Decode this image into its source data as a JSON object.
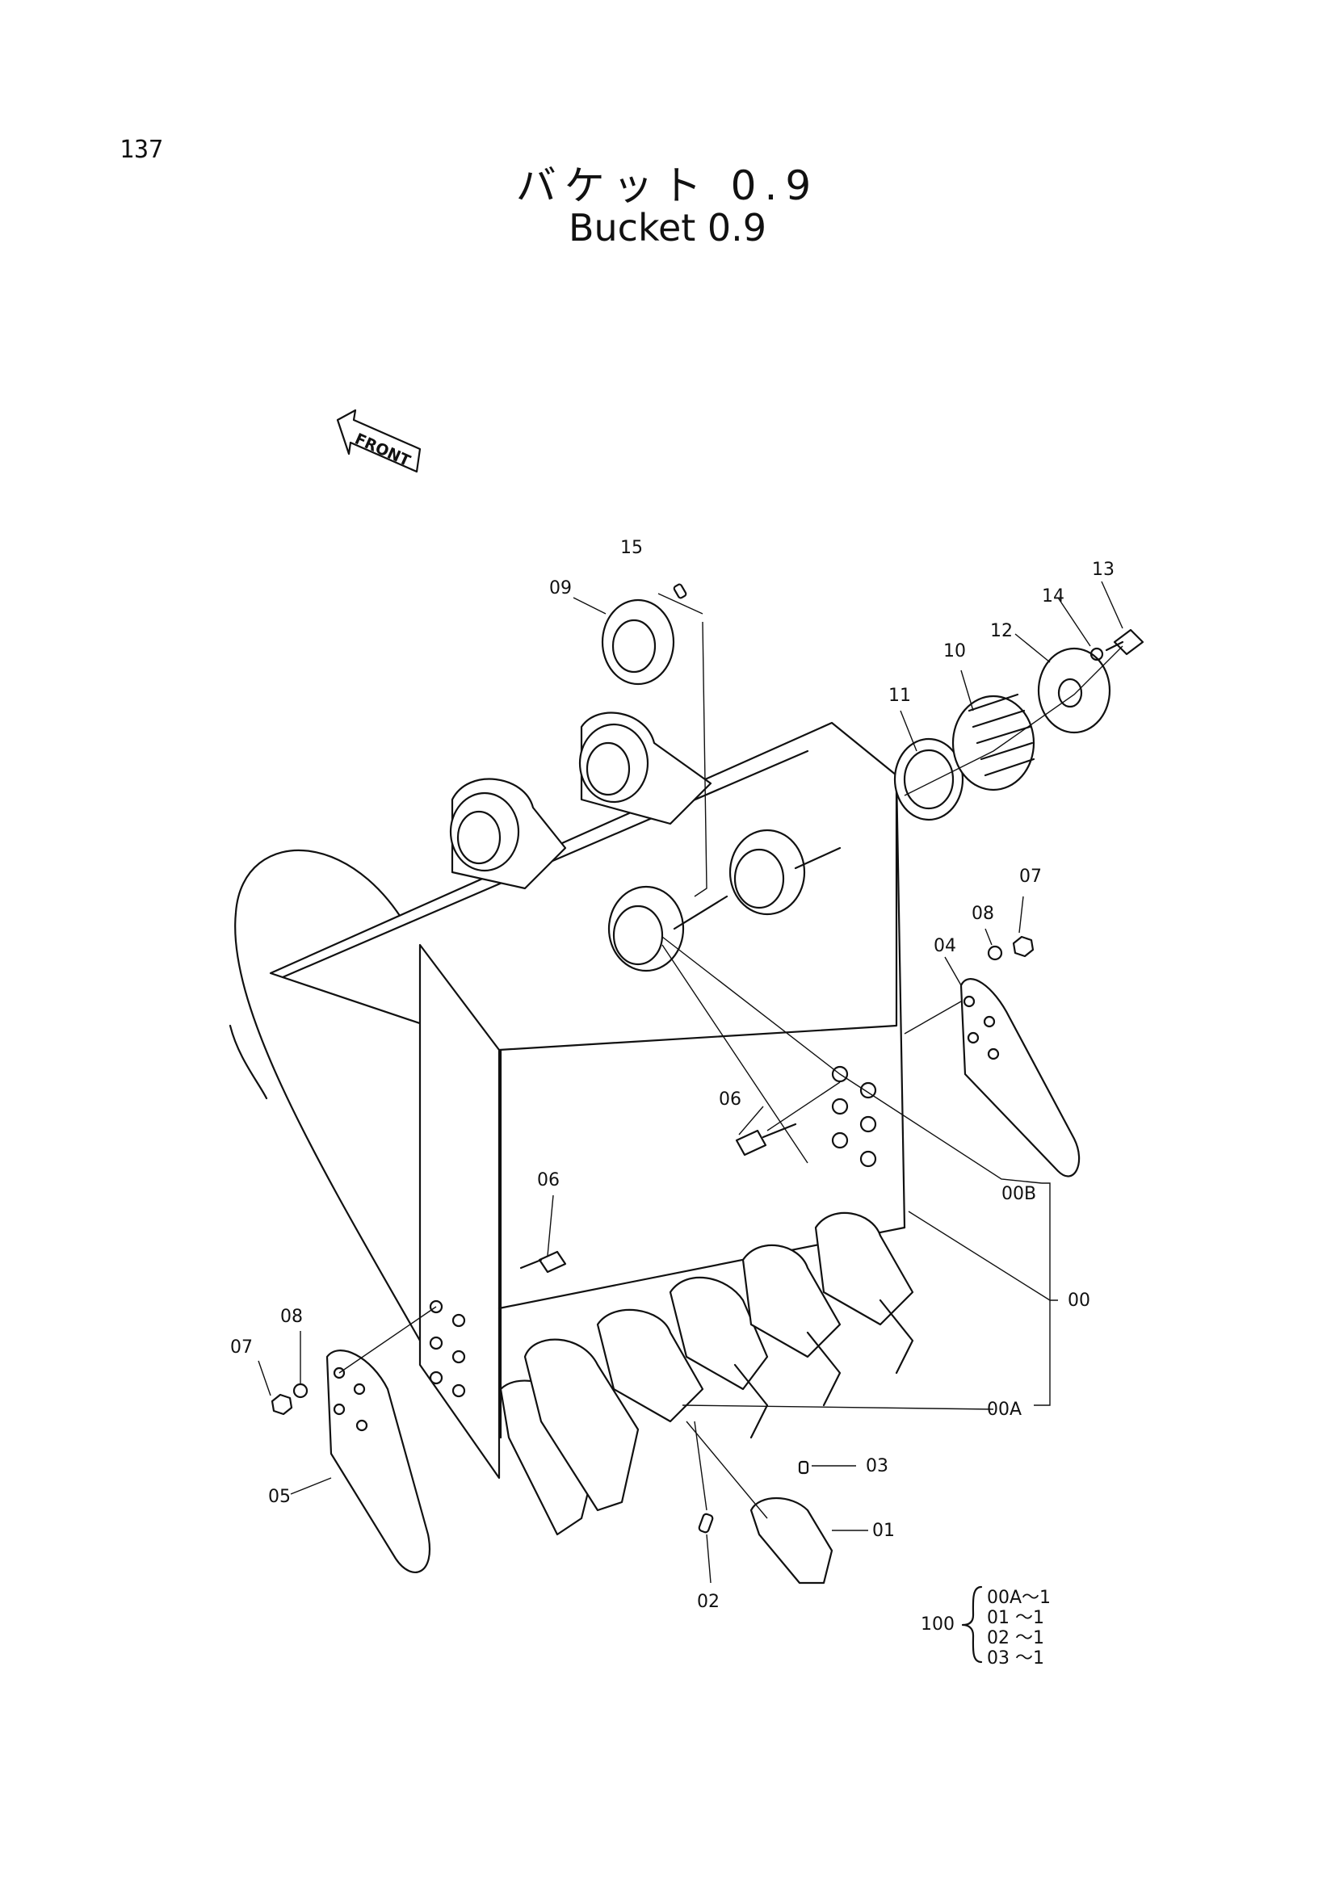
{
  "page_number": "137",
  "title_jp": "バケット 0.9",
  "title_en": "Bucket 0.9",
  "front_arrow_label": "FRONT",
  "callouts": {
    "c15": "15",
    "c09": "09",
    "c13": "13",
    "c14": "14",
    "c12": "12",
    "c10": "10",
    "c11": "11",
    "c07a": "07",
    "c08a": "08",
    "c04": "04",
    "c06a": "06",
    "c00b": "00B",
    "c06b": "06",
    "c00": "00",
    "c08b": "08",
    "c07b": "07",
    "c05": "05",
    "c00a": "00A",
    "c03": "03",
    "c01": "01",
    "c02": "02"
  },
  "kit": {
    "label": "100",
    "rows": [
      "00A〜1",
      "01 〜1",
      "02 〜1",
      "03 〜1"
    ]
  }
}
